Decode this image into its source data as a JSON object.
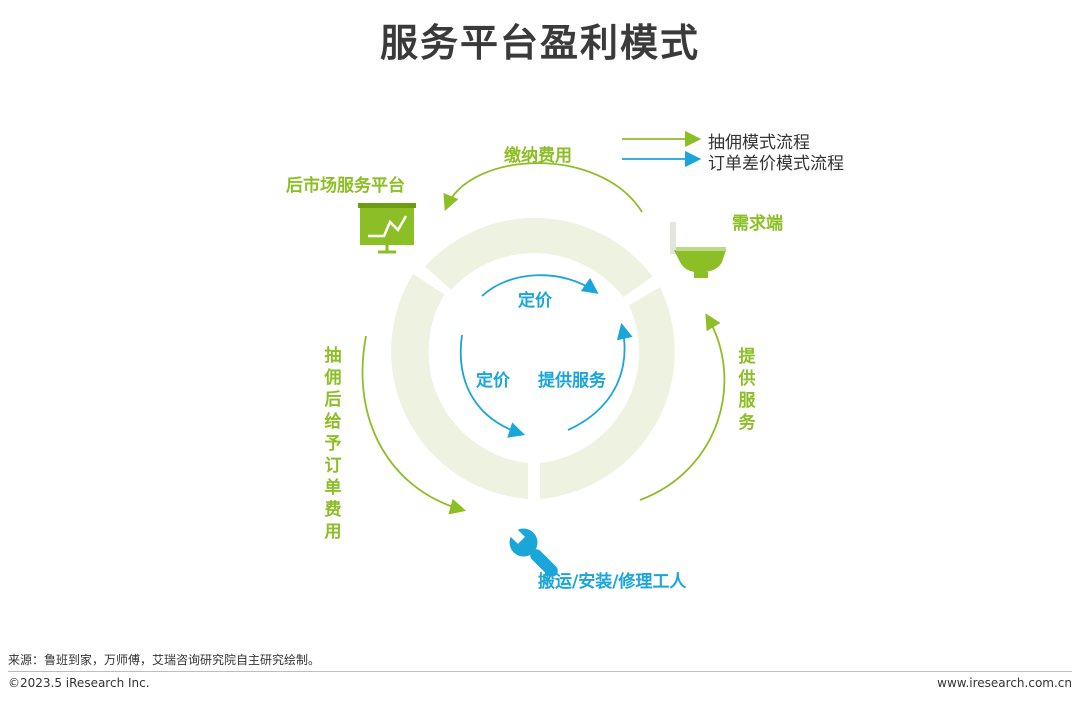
{
  "title": "服务平台盈利模式",
  "legend": {
    "commission": "抽佣模式流程",
    "price_diff": "订单差价模式流程"
  },
  "colors": {
    "green": "#8cbf26",
    "blue": "#1aa6d9",
    "ring": "#eef3e1"
  },
  "nodes": {
    "platform": "后市场服务平台",
    "demand": "需求端",
    "worker": "搬运/安装/修理工人"
  },
  "flows": {
    "pay_fee": "缴纳费用",
    "provide_service_outer": "提供服务",
    "commission_order_fee": "抽佣后给予订单费用",
    "inner_pricing_top": "定价",
    "inner_pricing_left": "定价",
    "inner_provide_service": "提供服务"
  },
  "icons": {
    "platform": "presentation-board-icon",
    "demand": "toilet-icon",
    "worker": "wrench-icon"
  },
  "footer": {
    "source": "来源：鲁班到家，万师傅，艾瑞咨询研究院自主研究绘制。",
    "copyright": "©2023.5 iResearch Inc.",
    "url": "www.iresearch.com.cn"
  }
}
